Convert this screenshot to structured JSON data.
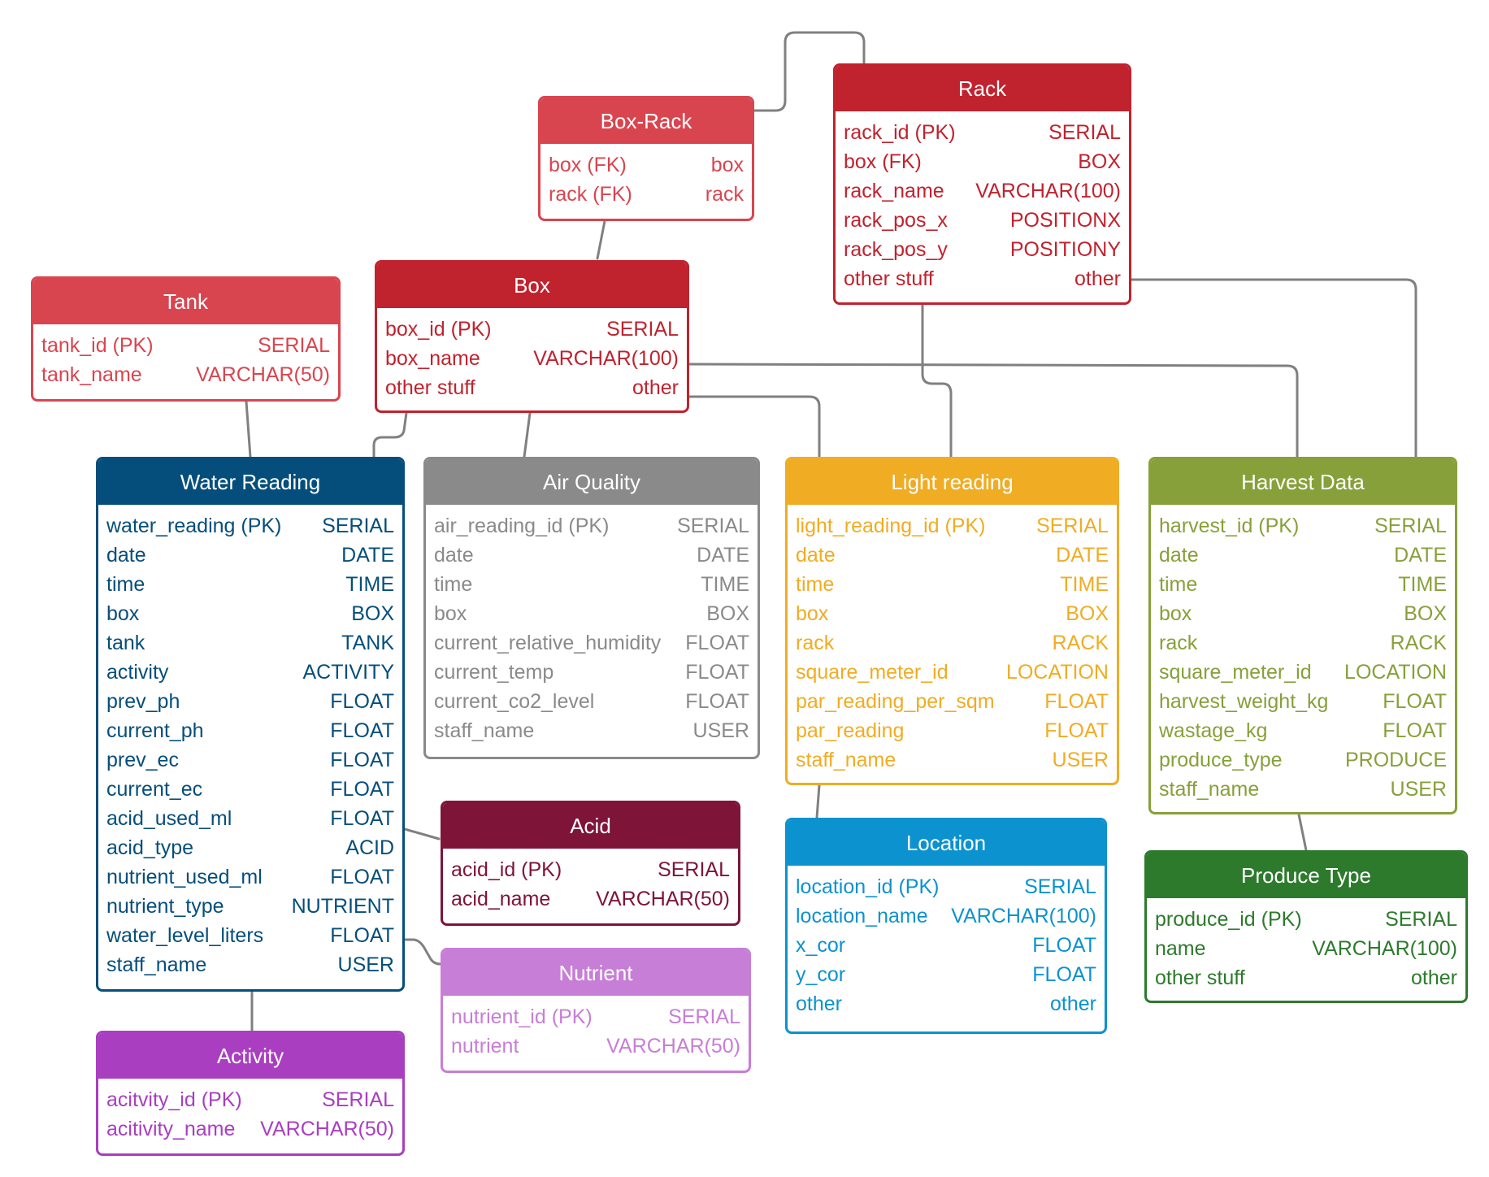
{
  "entities": {
    "rack": {
      "title": "Rack",
      "color": "#c0222e",
      "columns": [
        {
          "name": "rack_id (PK)",
          "type": "SERIAL"
        },
        {
          "name": "box (FK)",
          "type": "BOX"
        },
        {
          "name": "rack_name",
          "type": "VARCHAR(100)"
        },
        {
          "name": "rack_pos_x",
          "type": "POSITIONX"
        },
        {
          "name": "rack_pos_y",
          "type": "POSITIONY"
        },
        {
          "name": "other stuff",
          "type": "other"
        }
      ]
    },
    "box_rack": {
      "title": "Box-Rack",
      "color": "#d9454f",
      "columns": [
        {
          "name": "box (FK)",
          "type": "box"
        },
        {
          "name": "rack (FK)",
          "type": "rack"
        }
      ]
    },
    "tank": {
      "title": "Tank",
      "color": "#d9454f",
      "columns": [
        {
          "name": "tank_id (PK)",
          "type": "SERIAL"
        },
        {
          "name": "tank_name",
          "type": "VARCHAR(50)"
        }
      ]
    },
    "box": {
      "title": "Box",
      "color": "#c0222e",
      "columns": [
        {
          "name": "box_id (PK)",
          "type": "SERIAL"
        },
        {
          "name": "box_name",
          "type": "VARCHAR(100)"
        },
        {
          "name": "other stuff",
          "type": "other"
        }
      ]
    },
    "water_reading": {
      "title": "Water Reading",
      "color": "#054e7b",
      "columns": [
        {
          "name": "water_reading (PK)",
          "type": "SERIAL"
        },
        {
          "name": "date",
          "type": "DATE"
        },
        {
          "name": "time",
          "type": "TIME"
        },
        {
          "name": "box",
          "type": "BOX"
        },
        {
          "name": "tank",
          "type": "TANK"
        },
        {
          "name": "activity",
          "type": "ACTIVITY"
        },
        {
          "name": "prev_ph",
          "type": "FLOAT"
        },
        {
          "name": "current_ph",
          "type": "FLOAT"
        },
        {
          "name": "prev_ec",
          "type": "FLOAT"
        },
        {
          "name": "current_ec",
          "type": "FLOAT"
        },
        {
          "name": "acid_used_ml",
          "type": "FLOAT"
        },
        {
          "name": "acid_type",
          "type": "ACID"
        },
        {
          "name": "nutrient_used_ml",
          "type": "FLOAT"
        },
        {
          "name": "nutrient_type",
          "type": "NUTRIENT"
        },
        {
          "name": "water_level_liters",
          "type": "FLOAT"
        },
        {
          "name": "staff_name",
          "type": "USER"
        }
      ]
    },
    "air_quality": {
      "title": "Air Quality",
      "color": "#8a8a8a",
      "columns": [
        {
          "name": "air_reading_id (PK)",
          "type": "SERIAL"
        },
        {
          "name": "date",
          "type": "DATE"
        },
        {
          "name": "time",
          "type": "TIME"
        },
        {
          "name": "box",
          "type": "BOX"
        },
        {
          "name": "current_relative_humidity",
          "type": "FLOAT"
        },
        {
          "name": "current_temp",
          "type": "FLOAT"
        },
        {
          "name": "current_co2_level",
          "type": "FLOAT"
        },
        {
          "name": "staff_name",
          "type": "USER"
        }
      ]
    },
    "light_reading": {
      "title": "Light reading",
      "color": "#f0ac23",
      "columns": [
        {
          "name": "light_reading_id (PK)",
          "type": "SERIAL"
        },
        {
          "name": "date",
          "type": "DATE"
        },
        {
          "name": "time",
          "type": "TIME"
        },
        {
          "name": "box",
          "type": "BOX"
        },
        {
          "name": "rack",
          "type": "RACK"
        },
        {
          "name": "square_meter_id",
          "type": "LOCATION"
        },
        {
          "name": "par_reading_per_sqm",
          "type": "FLOAT"
        },
        {
          "name": "par_reading",
          "type": "FLOAT"
        },
        {
          "name": "staff_name",
          "type": "USER"
        }
      ]
    },
    "harvest_data": {
      "title": "Harvest Data",
      "color": "#87a03a",
      "columns": [
        {
          "name": "harvest_id (PK)",
          "type": "SERIAL"
        },
        {
          "name": "date",
          "type": "DATE"
        },
        {
          "name": "time",
          "type": "TIME"
        },
        {
          "name": "box",
          "type": "BOX"
        },
        {
          "name": "rack",
          "type": "RACK"
        },
        {
          "name": "square_meter_id",
          "type": "LOCATION"
        },
        {
          "name": "harvest_weight_kg",
          "type": "FLOAT"
        },
        {
          "name": "wastage_kg",
          "type": "FLOAT"
        },
        {
          "name": "produce_type",
          "type": "PRODUCE"
        },
        {
          "name": "staff_name",
          "type": "USER"
        }
      ]
    },
    "acid": {
      "title": "Acid",
      "color": "#7e1438",
      "columns": [
        {
          "name": "acid_id (PK)",
          "type": "SERIAL"
        },
        {
          "name": "acid_name",
          "type": "VARCHAR(50)"
        }
      ]
    },
    "nutrient": {
      "title": "Nutrient",
      "color": "#c77ed6",
      "columns": [
        {
          "name": "nutrient_id (PK)",
          "type": "SERIAL"
        },
        {
          "name": "nutrient",
          "type": "VARCHAR(50)"
        }
      ]
    },
    "location": {
      "title": "Location",
      "color": "#0c92cf",
      "columns": [
        {
          "name": "location_id (PK)",
          "type": "SERIAL"
        },
        {
          "name": "location_name",
          "type": "VARCHAR(100)"
        },
        {
          "name": "x_cor",
          "type": "FLOAT"
        },
        {
          "name": "y_cor",
          "type": "FLOAT"
        },
        {
          "name": "other",
          "type": "other"
        }
      ]
    },
    "produce_type": {
      "title": "Produce Type",
      "color": "#2d7a2d",
      "columns": [
        {
          "name": "produce_id (PK)",
          "type": "SERIAL"
        },
        {
          "name": "name",
          "type": "VARCHAR(100)"
        },
        {
          "name": "other stuff",
          "type": "other"
        }
      ]
    },
    "activity": {
      "title": "Activity",
      "color": "#a93ec1",
      "columns": [
        {
          "name": "acitvity_id (PK)",
          "type": "SERIAL"
        },
        {
          "name": "acitivity_name",
          "type": "VARCHAR(50)"
        }
      ]
    }
  },
  "connector_color": "#808080"
}
